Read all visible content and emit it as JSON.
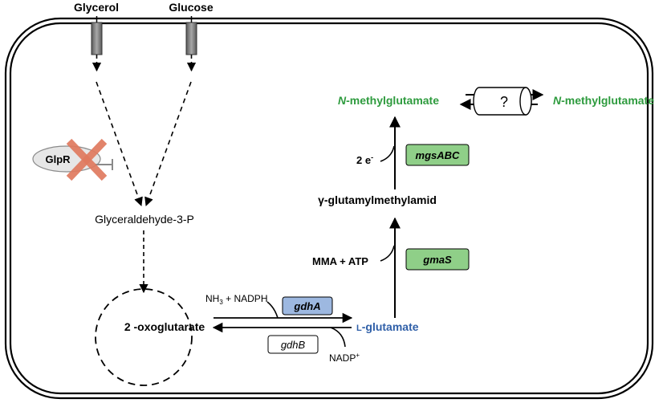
{
  "metabolites": {
    "glycerol": "Glycerol",
    "glucose": "Glucose",
    "glyceraldehyde": "Glyceraldehyde-3-P",
    "oxoglutarate": "2 -oxoglutarate",
    "glutamate_prefix": "L",
    "glutamate": "-glutamate",
    "gamma_glutamyl": "γ-glutamylmethylamid",
    "nmg_prefix": "N",
    "nmg_suffix": "-methylglutamate"
  },
  "regulator": {
    "name": "GlpR"
  },
  "transporter": {
    "label": "?"
  },
  "enzymes": {
    "gdhA": "gdhA",
    "gdhB": "gdhB",
    "gmaS": "gmaS",
    "mgsABC": "mgsABC"
  },
  "cofactors": {
    "nh3_prefix": "NH",
    "nh3_sub": "3",
    "nh3_suffix": " + NADPH",
    "nadp": "NADP",
    "nadp_sup": "+",
    "mma_atp": "MMA + ATP",
    "electrons": "2 e",
    "electrons_sup": "-"
  },
  "colors": {
    "product_green": "#2e9b3e",
    "glutamate_blue": "#2f5fa8",
    "enzyme_green": "#8fcf88",
    "enzyme_blue": "#9db8e0",
    "cross_orange": "#e07a5f"
  }
}
